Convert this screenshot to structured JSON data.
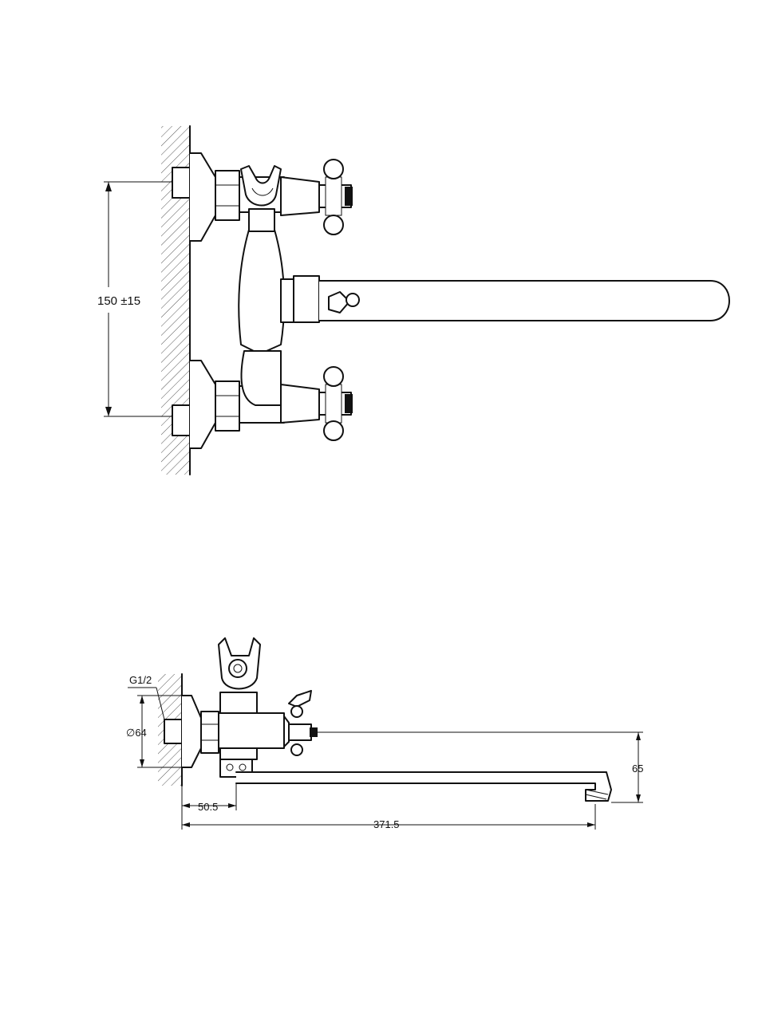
{
  "dimensions": {
    "inlet_spacing": "150 ±15",
    "thread": "G1/2",
    "flange_diameter": "∅64",
    "wall_offset": "50.5",
    "spout_reach": "371.5",
    "spout_height": "65"
  }
}
